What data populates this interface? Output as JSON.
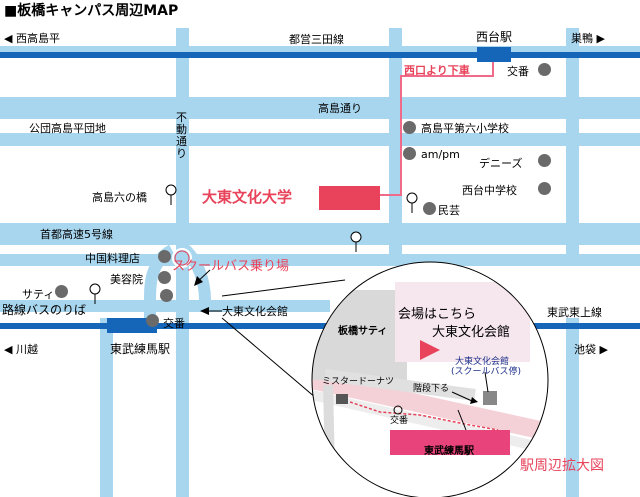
{
  "map": {
    "title": "■板橋キャンパス周辺MAP",
    "dir_left_top": "西高島平",
    "dir_right_top": "巣鴨",
    "dir_left_bottom": "川越",
    "dir_right_bottom": "池袋",
    "streets": {
      "toei_mita": "都営三田線",
      "takashima": "高島通り",
      "fudo": "不動通り",
      "shuto": "首都高速5号線",
      "rosen_bus": "路線バスのりば",
      "tobu_tojo_line": "東武東上線"
    },
    "stations": {
      "nishidai": "西台駅",
      "tobu_nerima": "東武練馬駅"
    },
    "places": {
      "koen_danchi": "公団高島平団地",
      "koban_top": "交番",
      "takashimadaira6": "高島平第六小学校",
      "ampm": "am/pm",
      "dennys": "デニーズ",
      "nishidai_jhs": "西台中学校",
      "minge": "民芸",
      "takashima6bashi": "高島六の橋",
      "chinese": "中国料理店",
      "biyoin": "美容院",
      "saty": "サティ",
      "koban_bottom": "交番",
      "kaikan": "大東文化会館"
    },
    "university": "大東文化大学",
    "nishiguchi": "西口より下車",
    "school_bus": "スクールバス乗り場"
  },
  "inset": {
    "saty": "板橋サティ",
    "venue_line1": "会場はこちら",
    "venue_line2": "大東文化会館",
    "bus_stop_line1": "大東文化会館",
    "bus_stop_line2": "(スクールバス停)",
    "mister_donut": "ミスタードーナツ",
    "stairs": "階段下る",
    "koban": "交番",
    "station": "東武練馬駅",
    "caption": "駅周辺拡大図"
  },
  "colors": {
    "road": "#a9d6ef",
    "rail": "#1565b8",
    "accent_red": "#e8435a",
    "route_pink": "#f06a8a",
    "landmark_gray": "#6a6a6a"
  }
}
